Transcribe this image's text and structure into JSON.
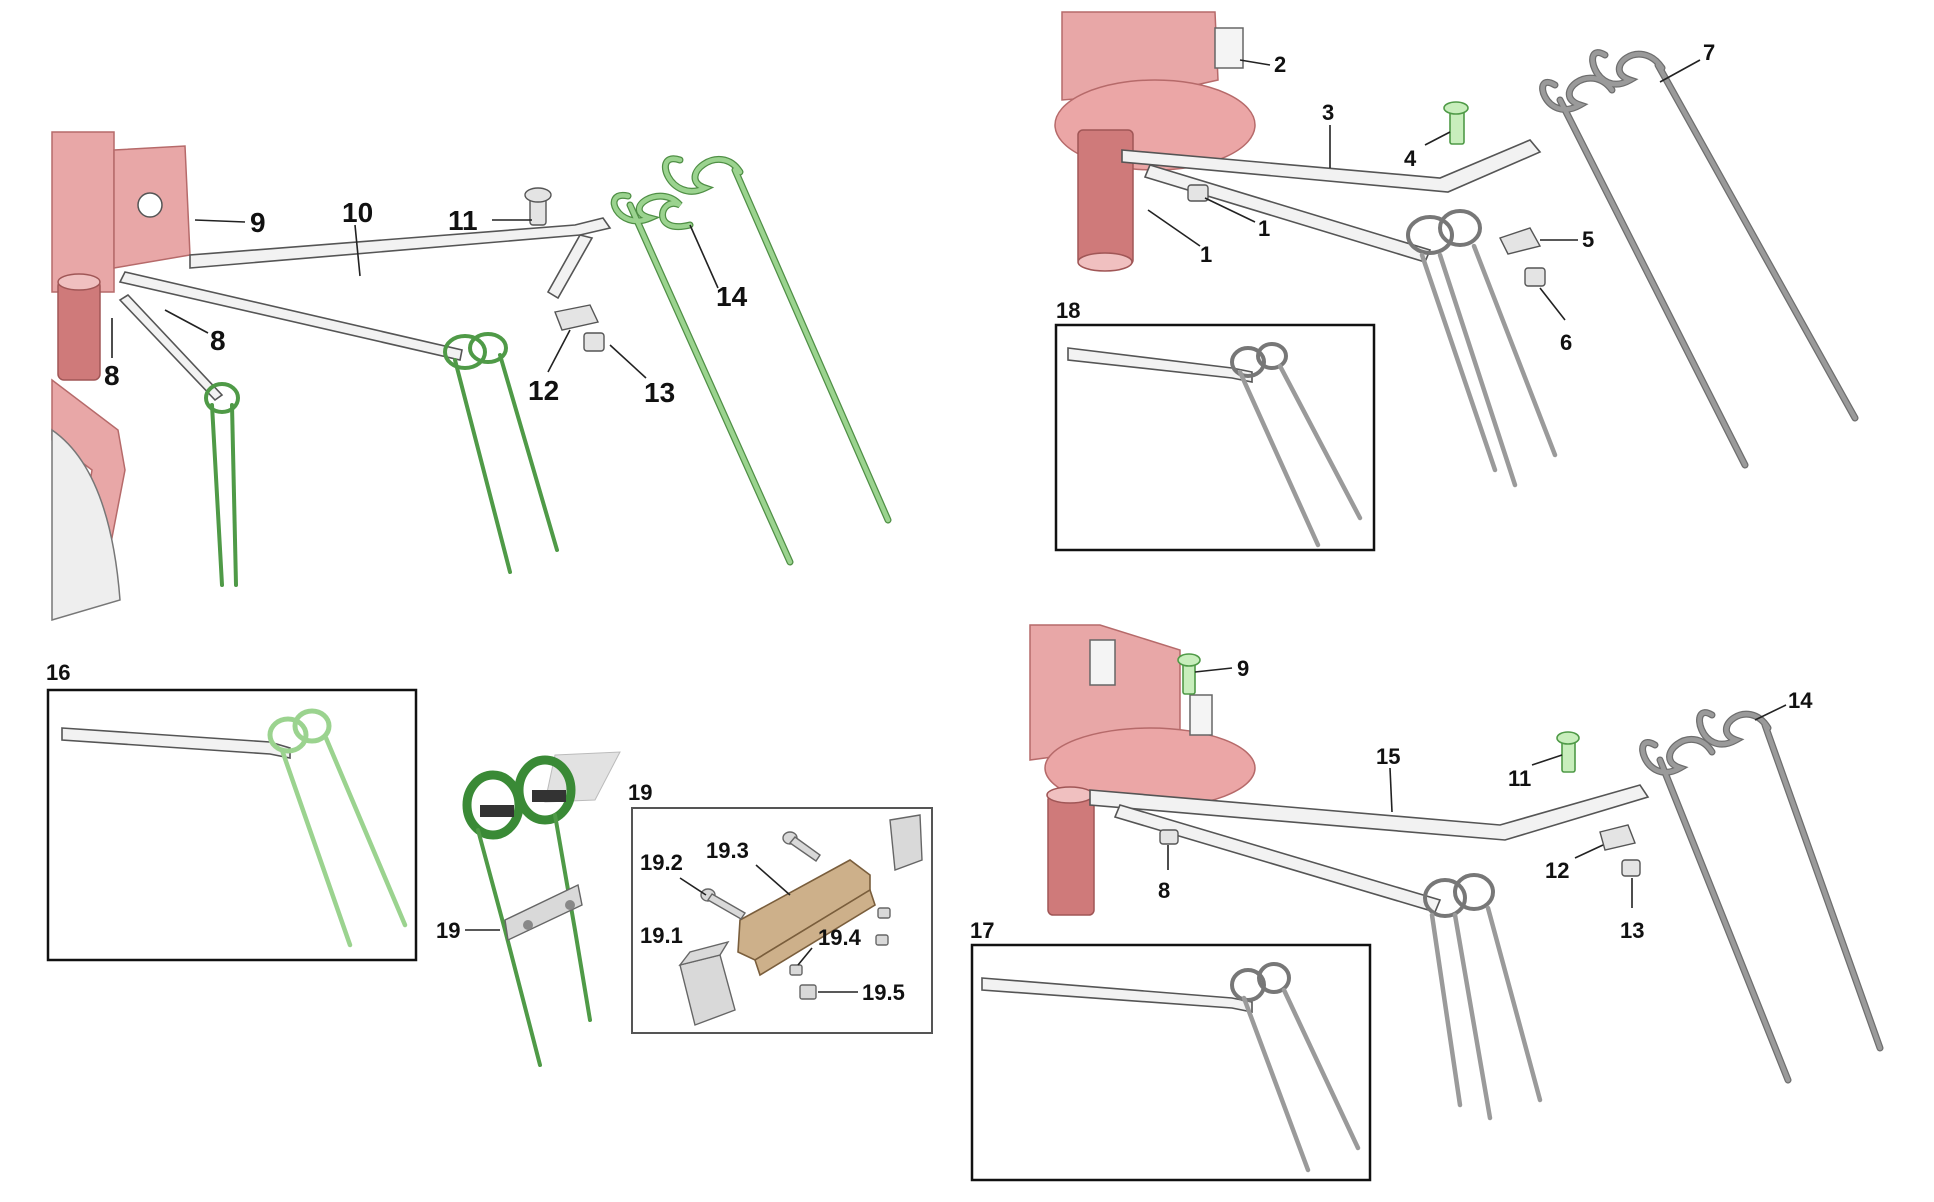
{
  "callouts": {
    "top_left": [
      "9",
      "10",
      "11",
      "14",
      "8",
      "8",
      "12",
      "13"
    ],
    "top_right": [
      "2",
      "7",
      "3",
      "4",
      "1",
      "1",
      "5",
      "6",
      "18"
    ],
    "bottom_left": [
      "16"
    ],
    "bottom_middle": [
      "19",
      "19",
      "19.3",
      "19.2",
      "19.1",
      "19.4",
      "19.5"
    ],
    "bottom_right": [
      "9",
      "14",
      "15",
      "11",
      "12",
      "8",
      "13",
      "17"
    ]
  },
  "colors": {
    "frame_red": "#e8a7a7",
    "tine_green": "#4f9a47",
    "tine_gray": "#9a9a9a",
    "bracket_bronze": "#cdb08a"
  }
}
